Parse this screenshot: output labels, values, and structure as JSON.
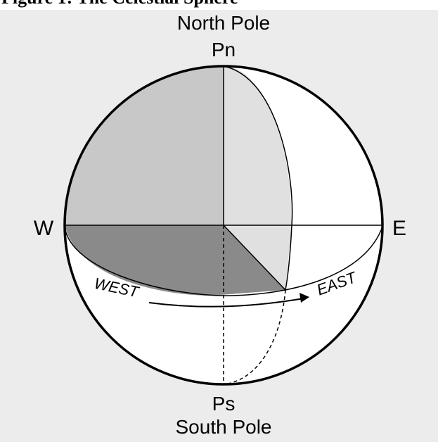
{
  "header": {
    "title": "Figure 1: The Celestial Sphere"
  },
  "labels": {
    "north_pole": "North Pole",
    "pn": "Pn",
    "south_pole": "South Pole",
    "ps": "Ps",
    "west": "W",
    "east": "E",
    "west_arrow": "WEST",
    "east_arrow": "EAST"
  },
  "colors": {
    "background": "#ececec",
    "sphere": "#ffffff",
    "upper_quadrant": "#c8c8c8",
    "light_quadrant": "#e0e0e0",
    "lower_quadrant": "#8a8a8a",
    "outline": "#000000"
  }
}
